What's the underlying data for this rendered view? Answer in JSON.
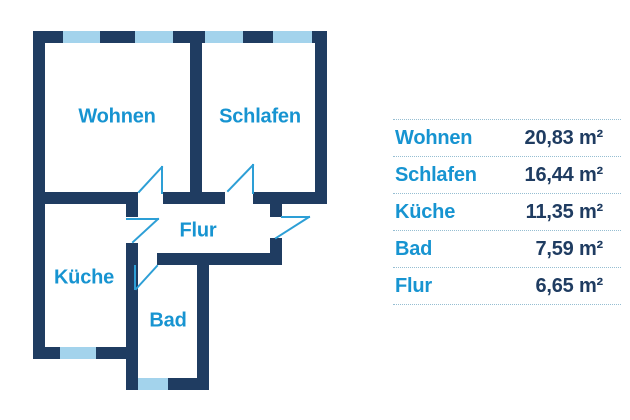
{
  "plan": {
    "rooms": [
      {
        "id": "wohnen",
        "label": "Wohnen"
      },
      {
        "id": "schlafen",
        "label": "Schlafen"
      },
      {
        "id": "flur",
        "label": "Flur"
      },
      {
        "id": "kueche",
        "label": "Küche"
      },
      {
        "id": "bad",
        "label": "Bad"
      }
    ]
  },
  "legend": {
    "rows": [
      {
        "label": "Wohnen",
        "value": "20,83 m²"
      },
      {
        "label": "Schlafen",
        "value": "16,44 m²"
      },
      {
        "label": "Küche",
        "value": "11,35 m²"
      },
      {
        "label": "Bad",
        "value": "7,59 m²"
      },
      {
        "label": "Flur",
        "value": "6,65 m²"
      }
    ]
  },
  "colors": {
    "wall": "#1f3c61",
    "window": "#a3d3ec",
    "accent": "#1794d1",
    "door": "#2d9fd6",
    "divider": "#96bed2"
  }
}
